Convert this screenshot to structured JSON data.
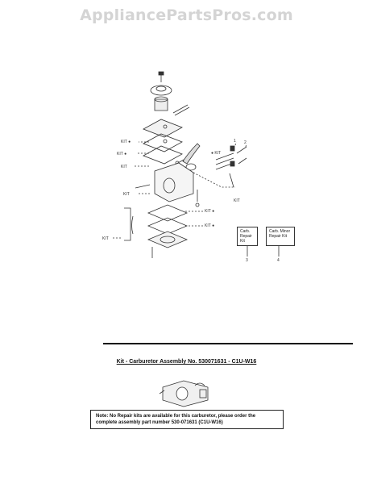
{
  "watermark": "AppliancePartsPros.com",
  "labels": {
    "kit": "KIT",
    "kit_dot": "KIT ●",
    "kit_dot_left": "● KIT"
  },
  "callouts": {
    "one": "1",
    "two": "2",
    "three": "3",
    "four": "4"
  },
  "boxes": {
    "carb_repair": "Carb. Repair Kit",
    "carb_minor": "Carb. Minor Repair Kit"
  },
  "kit_title": "Kit - Carburetor Assembly No. 530071631 - C1U-W16",
  "note": "Note: No Repair kits are available for this carburetor, please order the complete assembly part number 530-071631 (C1U-W16)"
}
